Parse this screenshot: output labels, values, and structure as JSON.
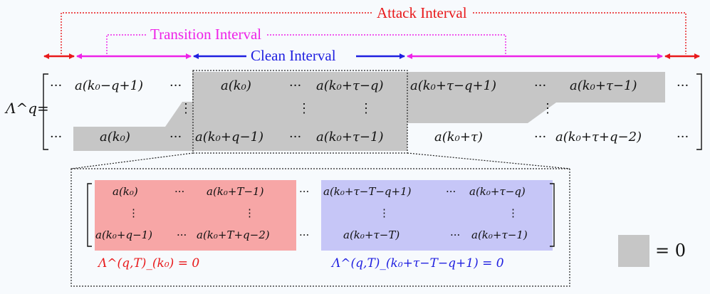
{
  "labels": {
    "attack": "Attack Interval",
    "transition": "Transition Interval",
    "clean": "Clean Interval"
  },
  "colors": {
    "attack": "#e8191b",
    "transition": "#ee22e8",
    "clean": "#1f1fe0",
    "zero_fill": "#c6c6c6",
    "red_block": "#f7a6a6",
    "blue_block": "#c6c6f7",
    "background": "#f7fafd"
  },
  "main_matrix": {
    "name": "Λ^q=",
    "rows": [
      [
        "···",
        "a(k₀−q+1)",
        "···",
        "a(k₀)",
        "···",
        "a(k₀+τ−q)",
        "a(k₀+τ−q+1)",
        "···",
        "a(k₀+τ−1)",
        "···"
      ],
      [
        "···",
        "a(k₀)",
        "···",
        "a(k₀+q−1)",
        "···",
        "a(k₀+τ−1)",
        "a(k₀+τ)",
        "···",
        "a(k₀+τ+q−2)",
        "···"
      ]
    ],
    "vdots": "⋮"
  },
  "zoom_matrix": {
    "rows": [
      [
        "a(k₀)",
        "···",
        "a(k₀+T−1)",
        "···",
        "a(k₀+τ−T−q+1)",
        "···",
        "a(k₀+τ−q)"
      ],
      [
        "a(k₀+q−1)",
        "···",
        "a(k₀+T+q−2)",
        "···",
        "a(k₀+τ−T)",
        "···",
        "a(k₀+τ−1)"
      ]
    ],
    "vdots": "⋮"
  },
  "equations": {
    "red": "Λ^(q,T)_(k₀) = 0",
    "blue": "Λ^(q,T)_(k₀+τ−T−q+1) = 0"
  },
  "legend": {
    "label": "= 0"
  }
}
